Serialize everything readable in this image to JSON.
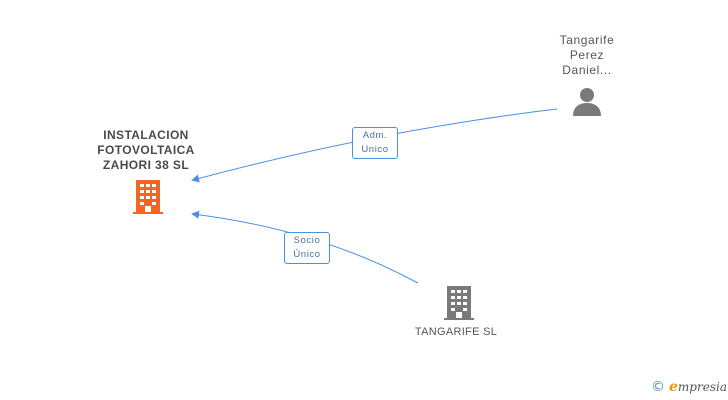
{
  "nodes": {
    "main_company": {
      "label": "INSTALACION\nFOTOVOLTAICA\nZAHORI 38 SL",
      "icon": "building-icon",
      "color": "#f26522"
    },
    "person": {
      "label": "Tangarife\nPerez\nDaniel...",
      "icon": "person-icon",
      "color": "#7a7a7a"
    },
    "second_company": {
      "label": "TANGARIFE SL",
      "icon": "building-icon",
      "color": "#7a7a7a"
    }
  },
  "edges": {
    "adm": {
      "label": "Adm.\nUnico"
    },
    "socio": {
      "label": "Socio\nÚnico"
    }
  },
  "colors": {
    "edge": "#4a90e2",
    "brand_accent": "#f39200"
  },
  "brand": {
    "copyright": "©",
    "name_initial": "e",
    "name_rest": "mpresia"
  }
}
